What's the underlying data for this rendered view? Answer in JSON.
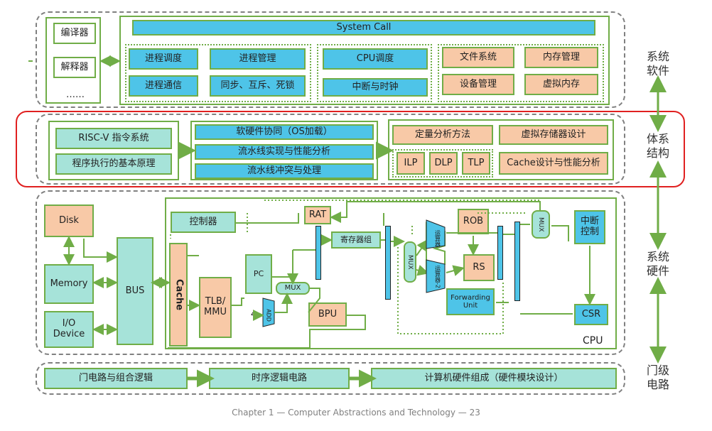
{
  "side_labels": {
    "system_software": "系统\n软件",
    "architecture": "体系\n结构",
    "system_hardware": "系统\n硬件",
    "gate_circuit": "门级\n电路"
  },
  "software": {
    "compiler": "编译器",
    "interpreter": "解释器",
    "ellipsis": "……",
    "system_call": "System Call",
    "process_scheduling": "进程调度",
    "process_management": "进程管理",
    "process_communication": "进程通信",
    "sync_mutex_deadlock": "同步、互斥、死锁",
    "cpu_scheduling": "CPU调度",
    "interrupt_clock": "中断与时钟",
    "file_system": "文件系统",
    "memory_management": "内存管理",
    "device_management": "设备管理",
    "virtual_memory": "虚拟内存"
  },
  "architecture": {
    "riscv_isa": "RISC-V 指令系统",
    "execution_principle": "程序执行的基本原理",
    "hw_sw_cooperation": "软硬件协同（OS加载）",
    "pipeline_impl": "流水线实现与性能分析",
    "pipeline_hazard": "流水线冲突与处理",
    "quantitative": "定量分析方法",
    "vm_design": "虚拟存储器设计",
    "ilp": "ILP",
    "dlp": "DLP",
    "tlp": "TLP",
    "cache_design": "Cache设计与性能分析"
  },
  "hardware": {
    "disk": "Disk",
    "memory": "Memory",
    "io_device": "I/O\nDevice",
    "bus": "BUS",
    "cache": "Cache",
    "controller": "控制器",
    "tlb_mmu": "TLB/\nMMU",
    "pc": "PC",
    "mux": "MUX",
    "add": "ADD",
    "const4": "4",
    "rat": "RAT",
    "register_file": "寄存器组",
    "bpu": "BPU",
    "alu": "运算器",
    "alu2": "运算器-2",
    "rob": "ROB",
    "rs": "RS",
    "forwarding_unit": "Forwarding\nUnit",
    "interrupt_control": "中断\n控制",
    "csr": "CSR",
    "cpu": "CPU"
  },
  "gate": {
    "gate_logic": "门电路与组合逻辑",
    "sequential": "时序逻辑电路",
    "hw_composition": "计算机硬件组成（硬件模块设计）"
  },
  "footer": "Chapter 1 — Computer Abstractions and Technology — 23",
  "colors": {
    "blue": "#4ec4e8",
    "teal": "#a6e3d9",
    "orange": "#f8c9a7",
    "green": "#70ad47",
    "highlight": "#e02020"
  }
}
